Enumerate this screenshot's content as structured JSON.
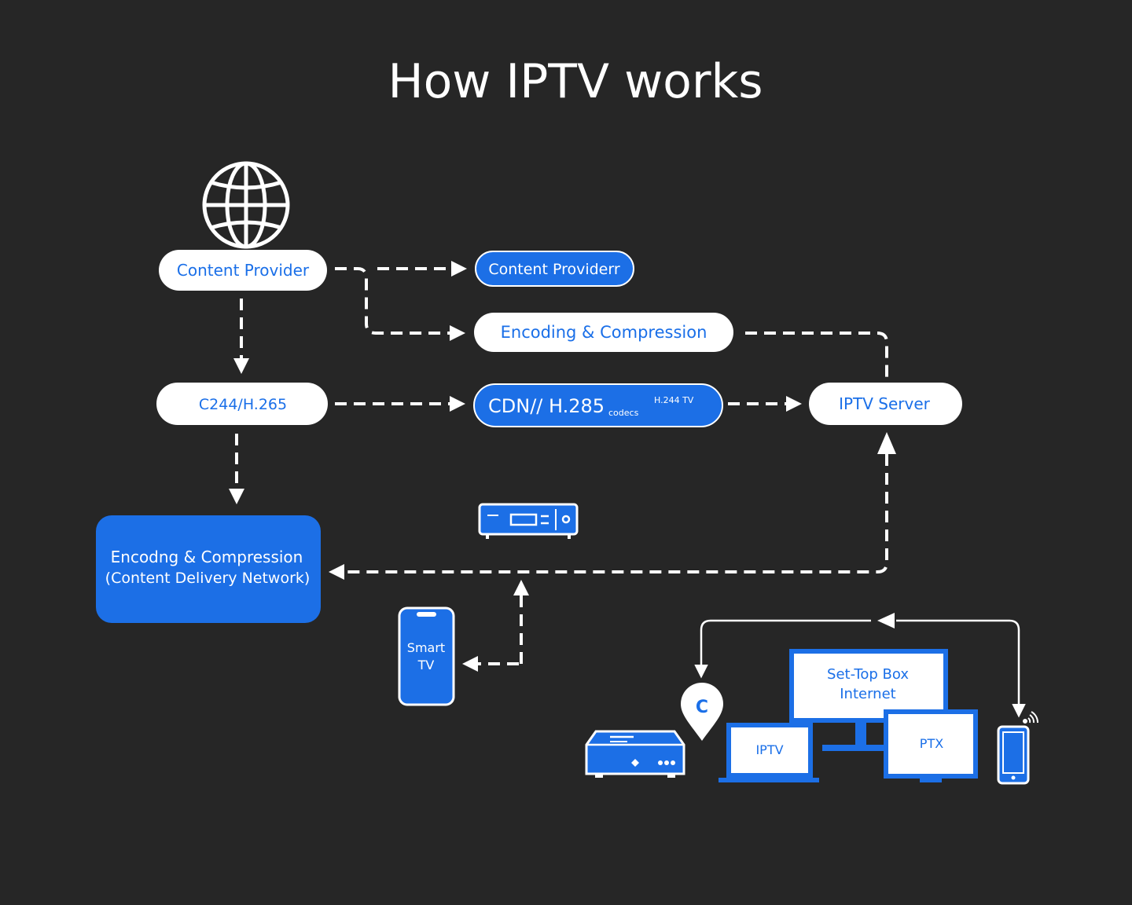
{
  "title": "How IPTV works",
  "nodes": {
    "content_provider_left": "Content Provider",
    "content_provider_right": "Content Providerr",
    "encoding_top": "Encoding & Compression",
    "codec_left": "C244/H.265",
    "cdn_main": "CDN// H.285",
    "cdn_small_sub": "codecs",
    "cdn_small_tag": "H.244 TV",
    "iptv_server": "IPTV Server",
    "encoding_box_line1": "Encodng & Compression",
    "encoding_box_line2": "(Content Delivery Network)",
    "smart_tv_line1": "Smart",
    "smart_tv_line2": "TV",
    "location_pin": "C",
    "monitor_line1": "Set-Top Box",
    "monitor_line2": "Internet",
    "laptop_label": "IPTV",
    "tv_label": "PTX"
  },
  "colors": {
    "background": "#262626",
    "accent_blue": "#1c6fe6",
    "text_blue": "#1a6fe8",
    "white": "#ffffff"
  },
  "icons": [
    "globe-icon",
    "set-top-box-icon",
    "smartphone-icon",
    "location-pin-icon",
    "receiver-icon",
    "laptop-icon",
    "monitor-icon",
    "tv-icon",
    "phone-icon",
    "wifi-icon"
  ]
}
